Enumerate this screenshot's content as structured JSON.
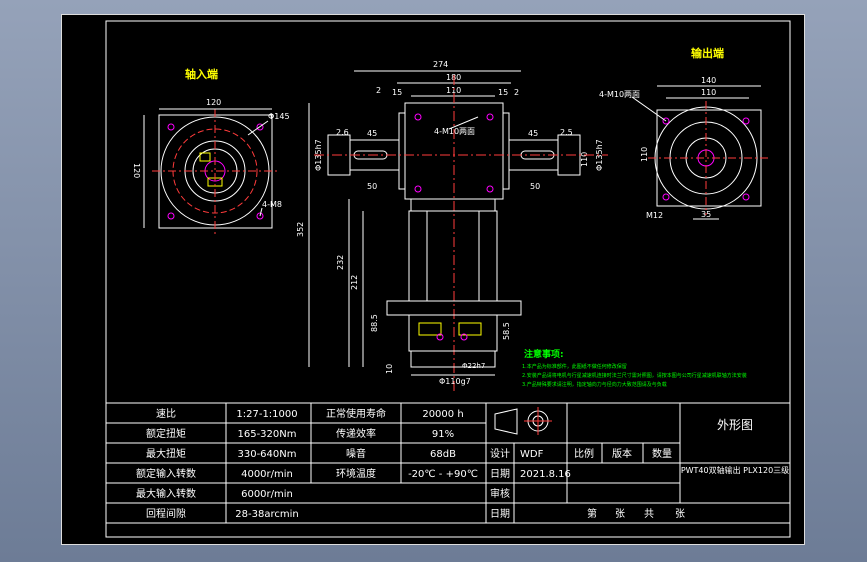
{
  "views": {
    "input_title": "轴入端",
    "output_title": "输出端",
    "input_dims": {
      "width": "120",
      "height": "120",
      "dia": "Φ145",
      "holes": "4-M8"
    },
    "front_dims": {
      "total": "274",
      "inner": "180",
      "hub": "110",
      "gap_left": "2",
      "gap_left2": "15",
      "gap_right": "2",
      "gap_right2": "15",
      "left_2_6": "2.6",
      "left_45": "45",
      "left_50": "50",
      "right_45": "45",
      "right_2_5": "2.5",
      "right_50": "50",
      "dia_left": "Φ135h7",
      "dia_right": "Φ135h7",
      "center_hole": "4-M10两面",
      "right_110": "110",
      "height_total": "352",
      "height_232": "232",
      "height_212": "212",
      "bottom_88_5": "88.5",
      "bottom_58_5": "58.5",
      "bottom_10": "10",
      "bottom_dia_small": "Φ22h7",
      "bottom_dia_big": "Φ110g7"
    },
    "output_dims": {
      "width": "140",
      "inner": "110",
      "holes": "4-M10两面",
      "side": "110",
      "bolt": "M12",
      "bottom": "35"
    }
  },
  "notes": {
    "title": "注意事项:",
    "lines": [
      "1.本产品为标准部件，此图纸不做任何修改保留",
      "2.安装产品请将电机与行星减速机连接时法兰尺寸需对照图，请按本图与公司行星减速机联轴方法安装",
      "3.产品特殊要求请注明，指定轴向力与径向力大致范围请及与负载"
    ]
  },
  "specs": [
    {
      "label": "速比",
      "value": "1:27-1:1000",
      "label2": "正常使用寿命",
      "value2": "20000 h"
    },
    {
      "label": "额定扭矩",
      "value": "165-320Nm",
      "label2": "传递效率",
      "value2": "91%"
    },
    {
      "label": "最大扭矩",
      "value": "330-640Nm",
      "label2": "噪音",
      "value2": "68dB"
    },
    {
      "label": "额定输入转数",
      "value": "4000r/min",
      "label2": "环境温度",
      "value2": "-20℃ - +90℃"
    },
    {
      "label": "最大输入转数",
      "value": "6000r/min",
      "label2": "",
      "value2": ""
    },
    {
      "label": "回程间隙",
      "value": "28-38arcmin",
      "label2": "",
      "value2": ""
    }
  ],
  "title_block": {
    "drawing_title": "外形图",
    "design_label": "设计",
    "design_value": "WDF",
    "date_label": "日期",
    "date_value": "2021.8.16",
    "review_label": "审核",
    "review_date_label": "日期",
    "scale_label": "比例",
    "version_label": "版本",
    "qty_label": "数量",
    "product_name": "PWT40双轴输出 PLX120三级",
    "sheet_label": "第",
    "sheet_zhang": "张",
    "total_label": "共",
    "total_zhang": "张"
  },
  "colors": {
    "background": "#000000",
    "outline": "#ffffff",
    "center_line": "#ff3b3b",
    "dimension": "#ffffff",
    "title": "#ffff00",
    "notes": "#00ff00",
    "accent": "#ff00ff",
    "frame": "#9aa6bd"
  }
}
